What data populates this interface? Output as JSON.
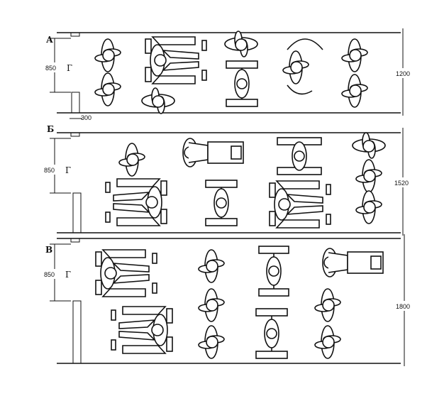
{
  "panels": [
    {
      "letter": "А",
      "door_width": "850",
      "door_mark": "Г",
      "corridor_width": "1200",
      "offset": "300"
    },
    {
      "letter": "Б",
      "door_width": "850",
      "door_mark": "Г",
      "corridor_width": "1520"
    },
    {
      "letter": "В",
      "door_width": "850",
      "door_mark": "Г",
      "corridor_width": "1800"
    }
  ]
}
